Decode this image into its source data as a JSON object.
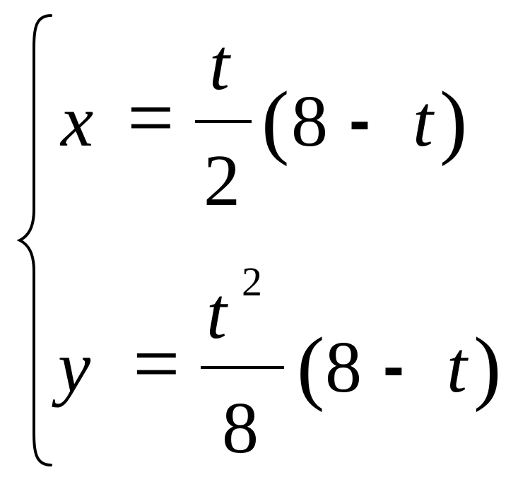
{
  "system": {
    "row1": {
      "lhs": "x",
      "equals": "=",
      "numerator": "t",
      "denominator": "2",
      "open_paren": "(",
      "constant": "8",
      "minus": "-",
      "variable": "t",
      "close_paren": ")"
    },
    "row2": {
      "lhs": "y",
      "equals": "=",
      "numerator": "t",
      "exponent": "2",
      "denominator": "8",
      "open_paren": "(",
      "constant": "8",
      "minus": "-",
      "variable": "t",
      "close_paren": ")"
    }
  }
}
